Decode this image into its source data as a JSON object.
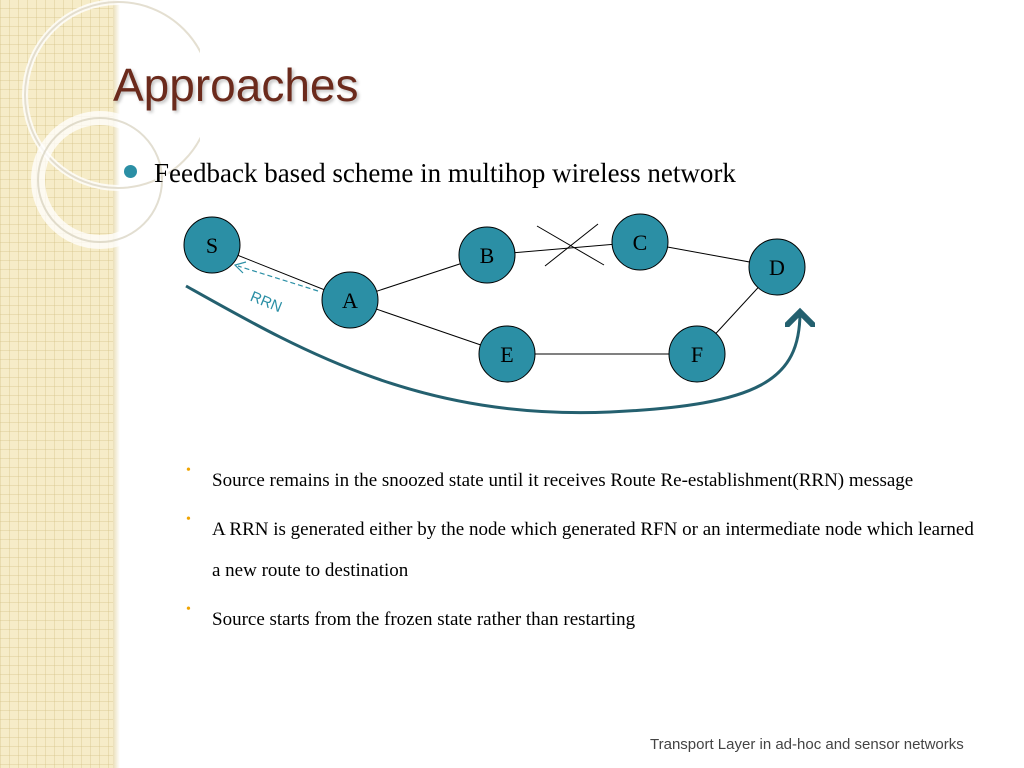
{
  "slide": {
    "title": "Approaches",
    "bullet": "Feedback based scheme in multihop wireless network",
    "sub_bullets": [
      "Source remains in the snoozed state until it receives Route Re-establishment(RRN) message",
      "A RRN is generated either by the node which generated RFN or an intermediate node which learned a new route to destination",
      "Source starts from the frozen state rather than restarting"
    ],
    "footer": "Transport Layer in ad-hoc and sensor networks"
  },
  "diagram": {
    "nodes": [
      "S",
      "A",
      "B",
      "C",
      "D",
      "E",
      "F"
    ],
    "edges": [
      [
        "S",
        "A"
      ],
      [
        "A",
        "B"
      ],
      [
        "B",
        "C"
      ],
      [
        "C",
        "D"
      ],
      [
        "A",
        "E"
      ],
      [
        "E",
        "F"
      ],
      [
        "F",
        "D"
      ]
    ],
    "broken_edge": [
      "B",
      "C"
    ],
    "rrn_label": "RRN",
    "colors": {
      "node_fill": "#2b8fa5",
      "arrow": "#24606f",
      "rrn": "#2b8fa5"
    }
  }
}
